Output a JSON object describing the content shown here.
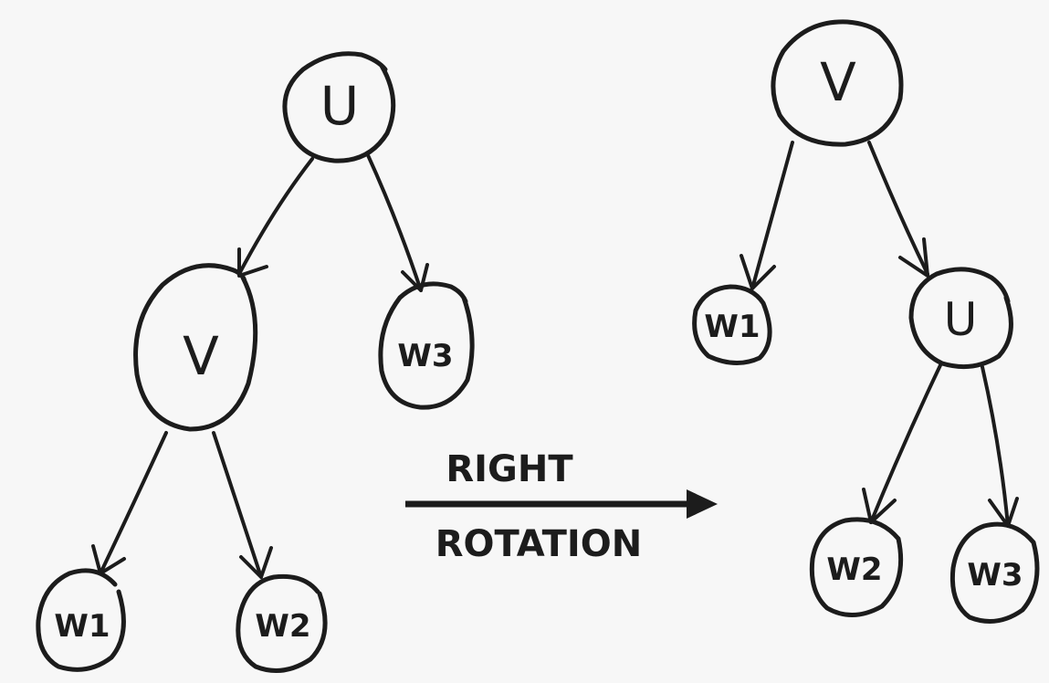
{
  "before_tree": {
    "root": "U",
    "root_left": "V",
    "root_right": "W3",
    "left_left": "W1",
    "left_right": "W2"
  },
  "after_tree": {
    "root": "V",
    "root_left": "W1",
    "root_right": "U",
    "right_left": "W2",
    "right_right": "W3"
  },
  "operation": {
    "line1": "RIGHT",
    "line2": "ROTATION"
  },
  "colors": {
    "ink": "#1c1c1c",
    "paper": "#f7f7f7"
  }
}
